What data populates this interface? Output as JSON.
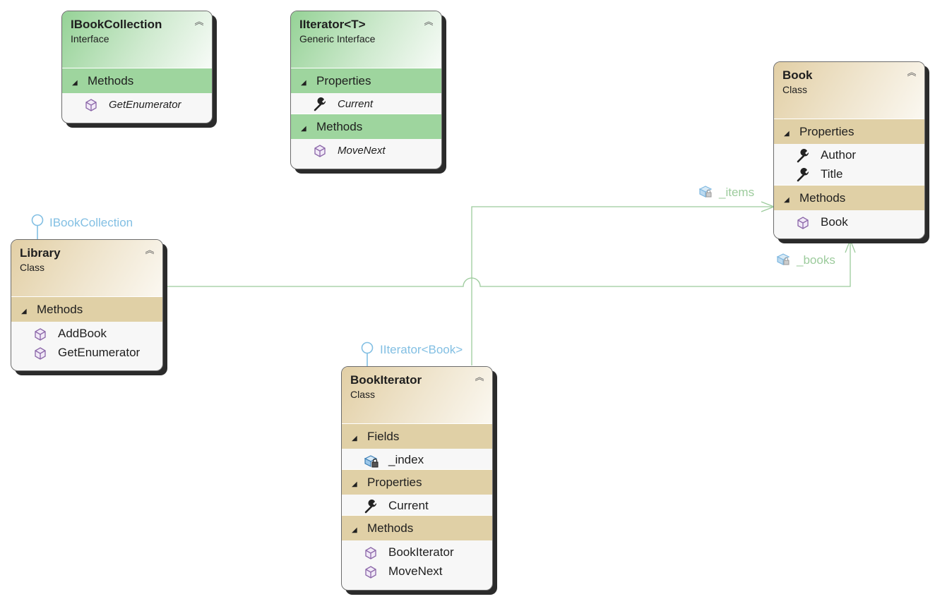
{
  "shapes": {
    "ibookcollection": {
      "name": "IBookCollection",
      "kind": "Interface",
      "methods_label": "Methods",
      "methods": [
        "GetEnumerator"
      ]
    },
    "iiterator": {
      "name": "IIterator<T>",
      "kind": "Generic Interface",
      "properties_label": "Properties",
      "properties": [
        "Current"
      ],
      "methods_label": "Methods",
      "methods": [
        "MoveNext"
      ]
    },
    "book": {
      "name": "Book",
      "kind": "Class",
      "properties_label": "Properties",
      "properties": [
        "Author",
        "Title"
      ],
      "methods_label": "Methods",
      "methods": [
        "Book"
      ]
    },
    "library": {
      "name": "Library",
      "kind": "Class",
      "methods_label": "Methods",
      "methods": [
        "AddBook",
        "GetEnumerator"
      ]
    },
    "bookiterator": {
      "name": "BookIterator",
      "kind": "Class",
      "fields_label": "Fields",
      "fields": [
        "_index"
      ],
      "properties_label": "Properties",
      "properties": [
        "Current"
      ],
      "methods_label": "Methods",
      "methods": [
        "BookIterator",
        "MoveNext"
      ]
    }
  },
  "implements": {
    "library": "IBookCollection",
    "bookiterator": "IIterator<Book>"
  },
  "associations": {
    "items": "_items",
    "books": "_books"
  },
  "colors": {
    "class_header": "#e2cfa5",
    "interface_header": "#95d296",
    "association_line": "#9ccb9c",
    "implements_lollipop": "#82bfe3"
  },
  "icons": {
    "method": "method-cube-icon",
    "property": "property-wrench-icon",
    "field": "private-field-icon",
    "collapse": "collapse-chevron-icon"
  }
}
